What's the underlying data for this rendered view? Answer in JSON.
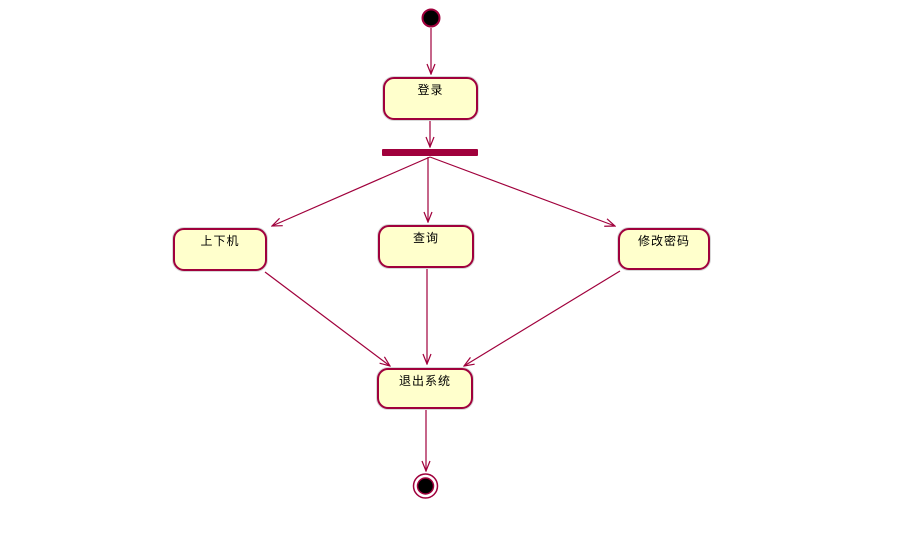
{
  "diagram_title": "activity-diagram",
  "colors": {
    "edge": "#a0003c",
    "node_border": "#a0003c",
    "node_fill": "#ffffcc",
    "fork_bar": "#a0003c",
    "label_text": "#000000",
    "background": "#ffffff"
  },
  "nodes": {
    "login": {
      "label": "登录"
    },
    "machine_on_off": {
      "label": "上下机"
    },
    "query": {
      "label": "查询"
    },
    "change_password": {
      "label": "修改密码"
    },
    "exit_system": {
      "label": "退出系统"
    }
  },
  "edges": [
    {
      "from": "initial-state",
      "to": "login"
    },
    {
      "from": "login",
      "to": "fork-bar"
    },
    {
      "from": "fork-bar",
      "to": "machine_on_off"
    },
    {
      "from": "fork-bar",
      "to": "query"
    },
    {
      "from": "fork-bar",
      "to": "change_password"
    },
    {
      "from": "machine_on_off",
      "to": "exit_system"
    },
    {
      "from": "query",
      "to": "exit_system"
    },
    {
      "from": "change_password",
      "to": "exit_system"
    },
    {
      "from": "exit_system",
      "to": "final-state"
    }
  ]
}
